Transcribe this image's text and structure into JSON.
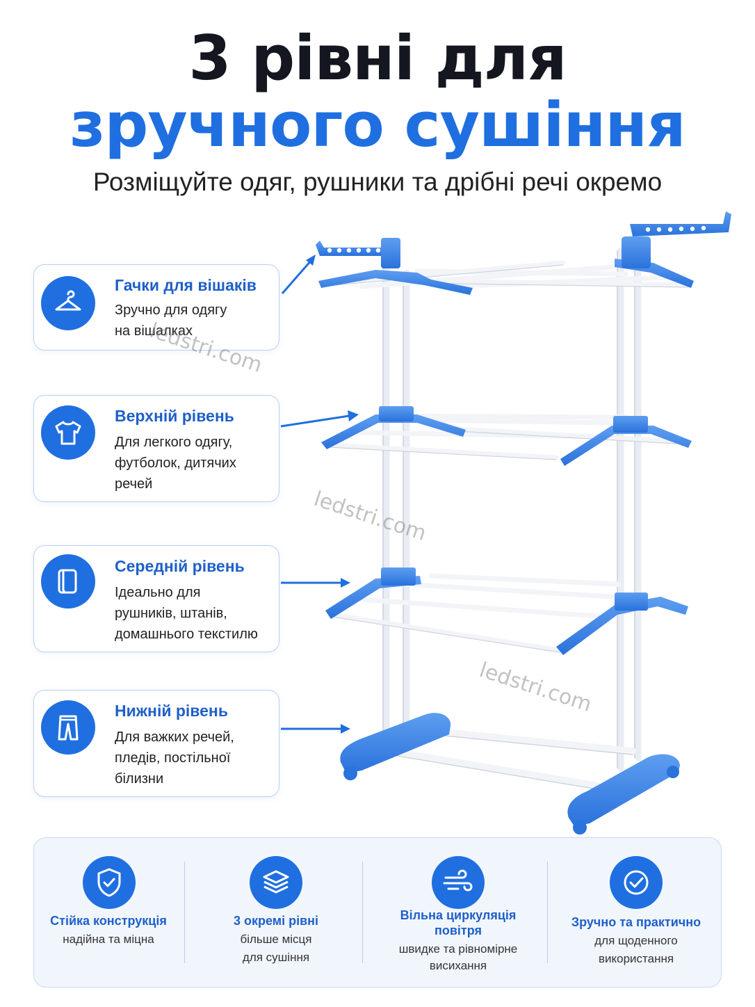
{
  "header": {
    "title_line1": "3 рівні для",
    "title_line2": "зручного сушіння",
    "subtitle": "Розміщуйте одяг, рушники та дрібні речі окремо"
  },
  "features": [
    {
      "icon": "hanger-icon",
      "title": "Гачки для вішаків",
      "line1": "Зручно для одягу",
      "line2": "на вішалках",
      "line3": ""
    },
    {
      "icon": "tshirt-icon",
      "title": "Верхній рівень",
      "line1": "Для легкого одягу,",
      "line2": "футболок, дитячих",
      "line3": "речей"
    },
    {
      "icon": "towel-icon",
      "title": "Середній рівень",
      "line1": "Ідеально для",
      "line2": "рушників, штанів,",
      "line3": "домашнього текстилю"
    },
    {
      "icon": "pants-icon",
      "title": "Нижній рівень",
      "line1": "Для важких речей,",
      "line2": "пледів, постільної",
      "line3": "білизни"
    }
  ],
  "benefits": [
    {
      "icon": "shield-check-icon",
      "title": "Стійка конструкція",
      "title2": "",
      "line1": "надійна та міцна",
      "line2": ""
    },
    {
      "icon": "layers-icon",
      "title": "3 окремі рівні",
      "title2": "",
      "line1": "більше місця",
      "line2": "для сушіння"
    },
    {
      "icon": "airflow-icon",
      "title": "Вільна циркуляція",
      "title2": "повітря",
      "line1": "швидке та рівномірне",
      "line2": "висихання"
    },
    {
      "icon": "check-circle-icon",
      "title": "Зручно та практично",
      "title2": "",
      "line1": "для щоденного",
      "line2": "використання"
    }
  ],
  "watermark": "ledstri.com",
  "colors": {
    "accent": "#1f6fe0",
    "title_dark": "#14171f",
    "rack_blue": "#3d86e8",
    "rack_white": "#f4f6fa"
  }
}
